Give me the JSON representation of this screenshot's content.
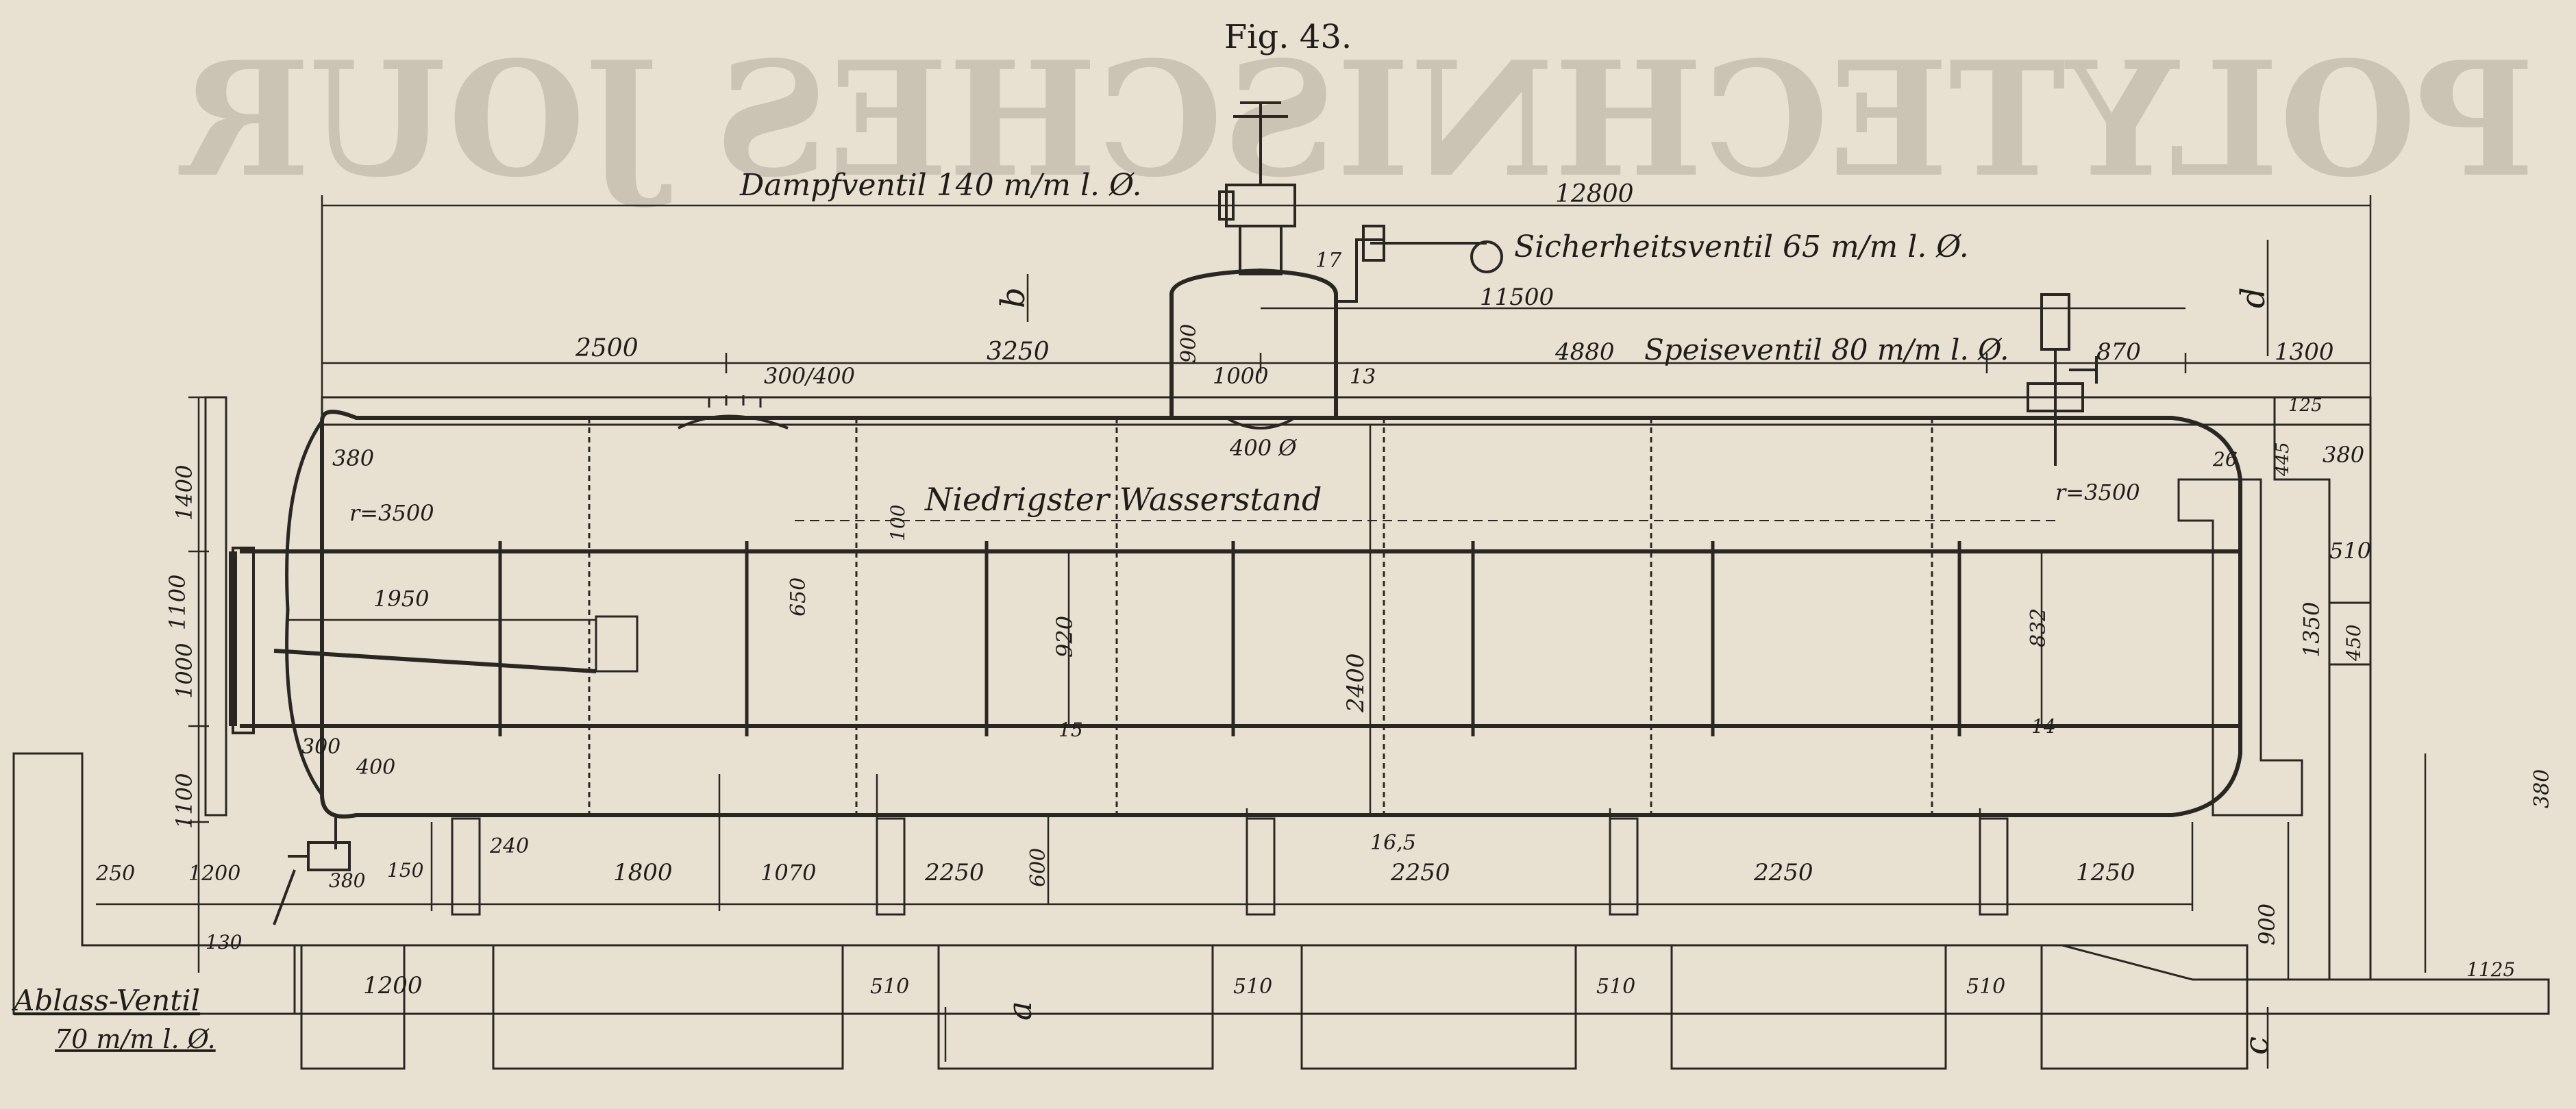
{
  "figure": {
    "title": "Fig. 43."
  },
  "labels": {
    "dampfventil": "Dampfventil 140 m/m l. Ø.",
    "sicherheitsventil": "Sicherheitsventil 65 m/m l. Ø.",
    "speiseventil": "Speiseventil 80 m/m l. Ø.",
    "wasserstand": "Niedrigster Wasserstand",
    "ablass_line1": "Ablass-Ventil",
    "ablass_line2": "70 m/m l. Ø."
  },
  "dimensions": {
    "total_length": "12800",
    "d2500": "2500",
    "d3250": "3250",
    "d4880": "4880",
    "d870": "870",
    "d1300": "1300",
    "d11500": "11500",
    "d300_400": "300/400",
    "d1000": "1000",
    "d900": "900",
    "d13": "13",
    "d400": "400 Ø",
    "d17": "17",
    "d125": "125",
    "d445": "445",
    "d26": "26",
    "d380_r": "380",
    "d510_r": "510",
    "d1350": "1350",
    "d450": "450",
    "d380_l": "380",
    "r3500_l": "r=3500",
    "r3500_r": "r=3500",
    "d1400": "1400",
    "d1100_l": "1100",
    "d1000_l": "1000",
    "d1100_b": "1100",
    "d1950": "1950",
    "d100": "100",
    "d650": "650",
    "d920": "920",
    "d15": "15",
    "d2400": "2400",
    "d832": "832",
    "d14": "14",
    "d16_5": "16,5",
    "d300_b": "300",
    "d400_b": "400",
    "d250": "250",
    "d1200_a": "1200",
    "d380_b": "380",
    "d150": "150",
    "d240": "240",
    "d1800": "1800",
    "d1070": "1070",
    "d2250_a": "2250",
    "d600": "600",
    "d2250_b": "2250",
    "d2250_c": "2250",
    "d1250": "1250",
    "d900_r": "900",
    "d380_far": "380",
    "d1200_b": "1200",
    "d130": "130",
    "d510_a": "510",
    "d510_b": "510",
    "d510_c": "510",
    "d510_d": "510",
    "d1125": "1125"
  },
  "section_marks": {
    "b": "b",
    "d": "d",
    "a": "a",
    "c": "c"
  },
  "bleed_through": {
    "text": "POLYTECHNISCHES JOUR"
  }
}
